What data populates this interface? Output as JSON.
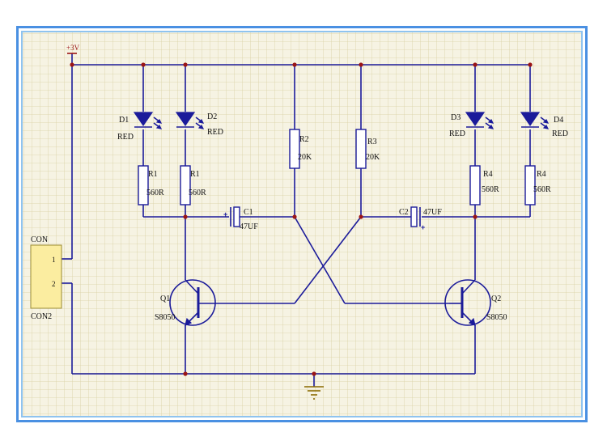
{
  "colors": {
    "grid_background": "#f6f3e3",
    "grid_line": "#d9d0a3",
    "wire": "#1b1b9a",
    "node": "#9b1515",
    "frame": "#4a90e2",
    "connector_fill": "#fbeda0"
  },
  "power": {
    "label": "+3V"
  },
  "connector": {
    "title": "CON",
    "name": "CON2",
    "pins": [
      "1",
      "2"
    ]
  },
  "leds": [
    {
      "ref": "D1",
      "value": "RED"
    },
    {
      "ref": "D2",
      "value": "RED"
    },
    {
      "ref": "D3",
      "value": "RED"
    },
    {
      "ref": "D4",
      "value": "RED"
    }
  ],
  "resistors": [
    {
      "ref": "R1",
      "value": "560R"
    },
    {
      "ref": "R1",
      "value": "560R"
    },
    {
      "ref": "R2",
      "value": "20K"
    },
    {
      "ref": "R3",
      "value": "20K"
    },
    {
      "ref": "R4",
      "value": "560R"
    },
    {
      "ref": "R4",
      "value": "560R"
    }
  ],
  "capacitors": [
    {
      "ref": "C1",
      "value": "47UF"
    },
    {
      "ref": "C2",
      "value": "47UF"
    }
  ],
  "transistors": [
    {
      "ref": "Q1",
      "value": "S8050"
    },
    {
      "ref": "Q2",
      "value": "S8050"
    }
  ]
}
